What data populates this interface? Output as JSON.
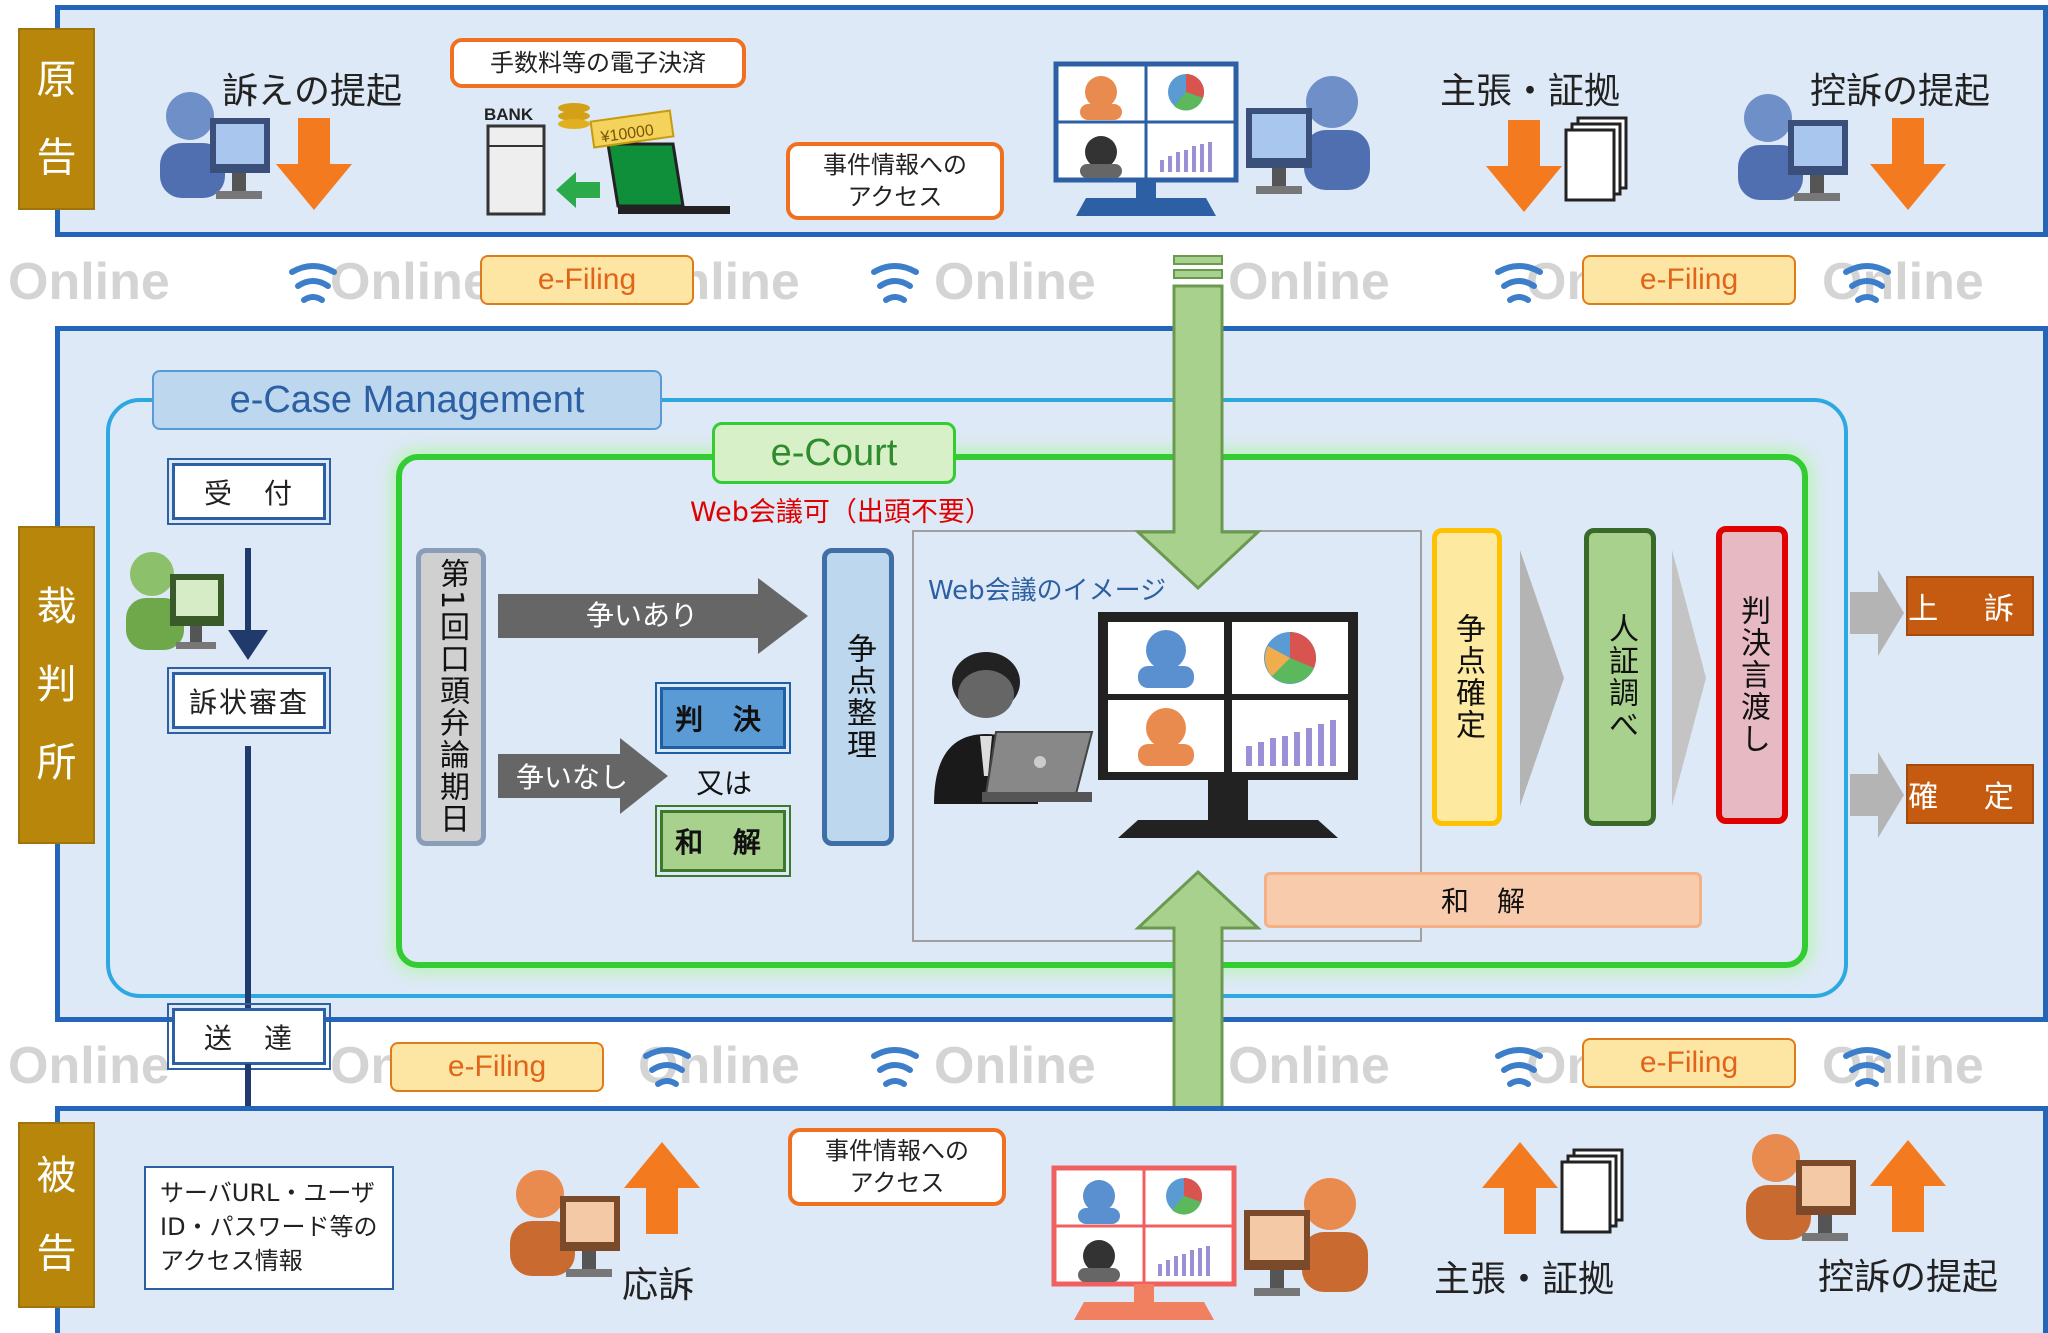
{
  "parties": {
    "plaintiff": "原告",
    "court": "裁判所",
    "defendant": "被告"
  },
  "plaintiff": {
    "file_suit": "訴えの提起",
    "fee_payment": "手数料等の電子決済",
    "bank": "BANK",
    "money": "¥10000",
    "case_access": [
      "事件情報への",
      "アクセス"
    ],
    "claims": "主張・証拠",
    "appeal": "控訴の提起"
  },
  "defendant": {
    "case_access": [
      "事件情報への",
      "アクセス"
    ],
    "respond": "応訴",
    "claims": "主張・証拠",
    "appeal": "控訴の提起",
    "access_info": [
      "サーバURL・ユーザ",
      "ID・パスワード等の",
      "アクセス情報"
    ]
  },
  "online_label": "Online",
  "efiling_label": "e-Filing",
  "court": {
    "ecase": "e-Case Management",
    "ecourt": "e-Court",
    "web_meeting_ok": "Web会議可（出頭不要）",
    "reception": "受　付",
    "complaint_review": "訴状審査",
    "service": "送　達",
    "first_hearing": "第1回口頭弁論期日",
    "disputed": "争いあり",
    "undisputed": "争いなし",
    "judgment": "判 決",
    "or": "又は",
    "settlement": "和 解",
    "issue_arrangement": "争点整理",
    "web_meeting_image": "Web会議のイメージ",
    "issue_fixed": "争点確定",
    "witness_exam": "人証調べ",
    "judgment_rendered": "判決言渡し",
    "settlement_bar": "和　解",
    "appeal_result": "上 訴",
    "final_result": "確 定"
  },
  "colors": {
    "party_box": "#b8860b",
    "band_border": "#2366b9",
    "band_fill": "#dde9f6",
    "orange_arrow": "#f47a1f",
    "green_arrow": "#a9d18e",
    "ecourt_border": "#33cc33",
    "result_box": "#c55a11"
  }
}
